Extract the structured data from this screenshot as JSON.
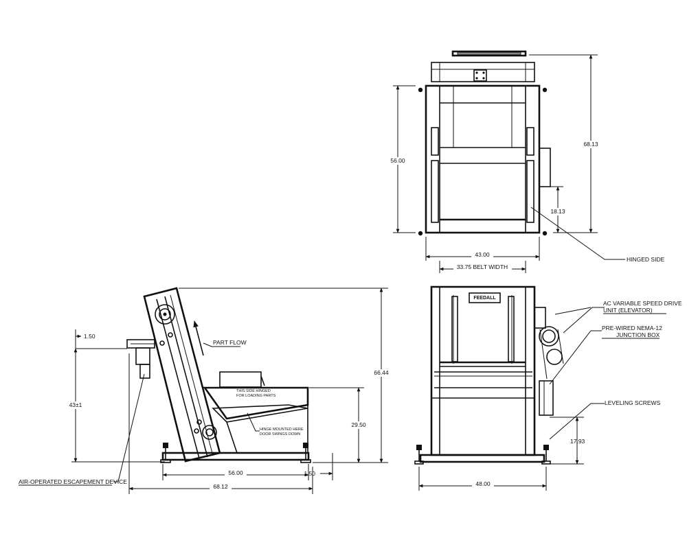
{
  "top_view": {
    "dim_height": "56.00",
    "dim_overall_height": "68.13",
    "dim_side_offset": "18.13",
    "dim_width": "43.00",
    "dim_belt": "33.75 BELT WIDTH",
    "label_hinged_side": "HINGED SIDE"
  },
  "front_view": {
    "brand": "FEEDALL",
    "label_drive": "AC VARIABLE SPEED DRIVE UNIT (ELEVATOR)",
    "label_drive_line1": "AC VARIABLE SPEED DRIVE",
    "label_drive_line2": "UNIT (ELEVATOR)",
    "label_junction_line1": "PRE-WIRED NEMA-12",
    "label_junction_line2": "JUNCTION BOX",
    "label_leveling": "LEVELING SCREWS",
    "dim_leveling_height": "17.93",
    "dim_width": "48.00"
  },
  "side_view": {
    "label_part_flow": "PART FLOW",
    "label_hinged_side_line1": "THIS SIDE HINGED",
    "label_hinged_side_line2": "FOR LOADING PARTS",
    "label_hinge_line1": "HINGE MOUNTED HERE",
    "label_hinge_line2": "DOOR SWINGS DOWN",
    "label_escapement": "AIR-OPERATED ESCAPEMENT DEVICE",
    "dim_top_offset": "1.50",
    "dim_escapement_height": "43±1",
    "dim_overall_height": "66.44",
    "dim_hopper_height": "29.50",
    "dim_base_length": "56.00",
    "dim_base_offset": "1.50",
    "dim_overall_length": "68.12"
  }
}
